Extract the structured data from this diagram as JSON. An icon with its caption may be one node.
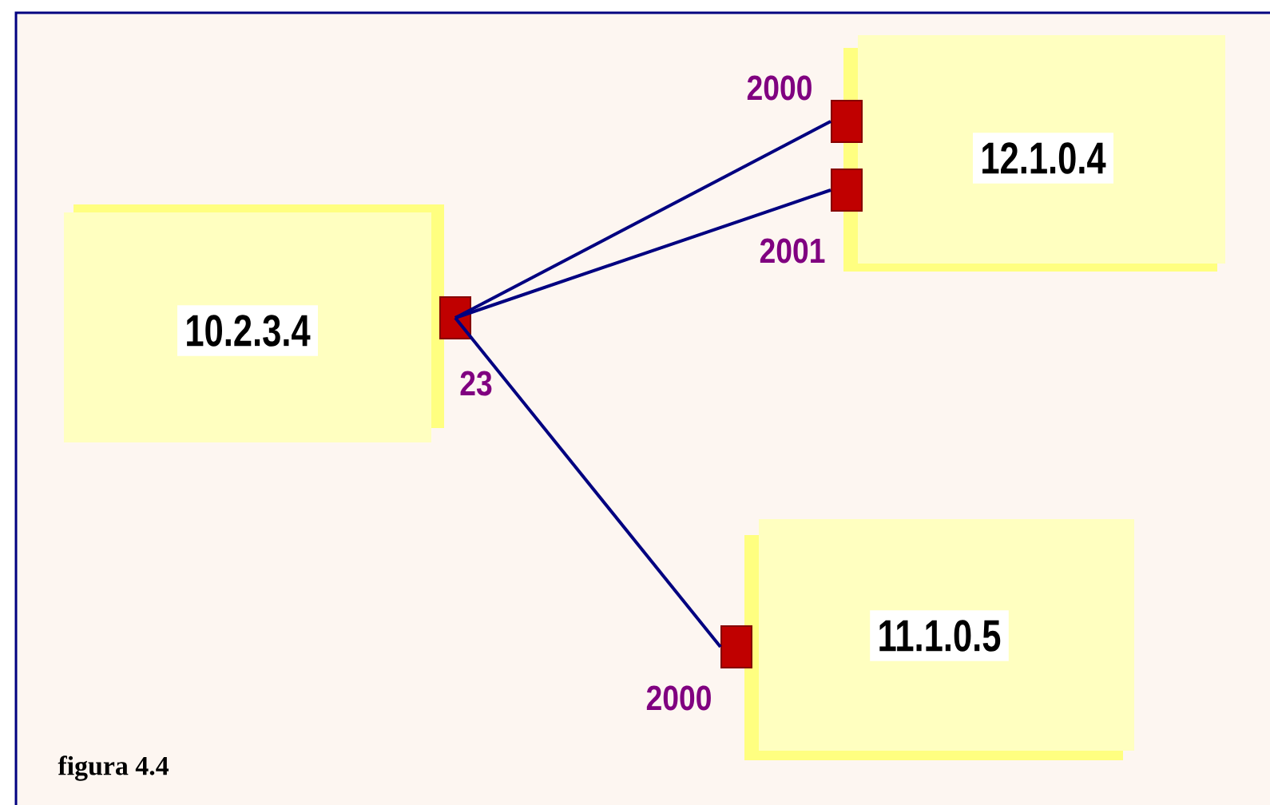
{
  "diagram": {
    "caption": "figura 4.4",
    "nodes": [
      {
        "text": [
          "10.2.3.4"
        ]
      },
      {
        "text": [],
        "shape": "box",
        "beside": [
          "23"
        ]
      },
      {
        "text": [
          "12.1.0.4"
        ]
      },
      {
        "text": [],
        "shape": "box",
        "beside": [
          "2000"
        ]
      },
      {
        "text": [],
        "shape": "box",
        "beside": [
          "2001"
        ]
      },
      {
        "text": [
          "11.1.0.5"
        ]
      },
      {
        "text": [],
        "shape": "box",
        "beside": [
          "2000"
        ]
      }
    ],
    "edges": [
      {
        "from": 1,
        "to": 3,
        "arrow": "none"
      },
      {
        "from": 1,
        "to": 4,
        "arrow": "none"
      },
      {
        "from": 1,
        "to": 6,
        "arrow": "none"
      }
    ]
  }
}
